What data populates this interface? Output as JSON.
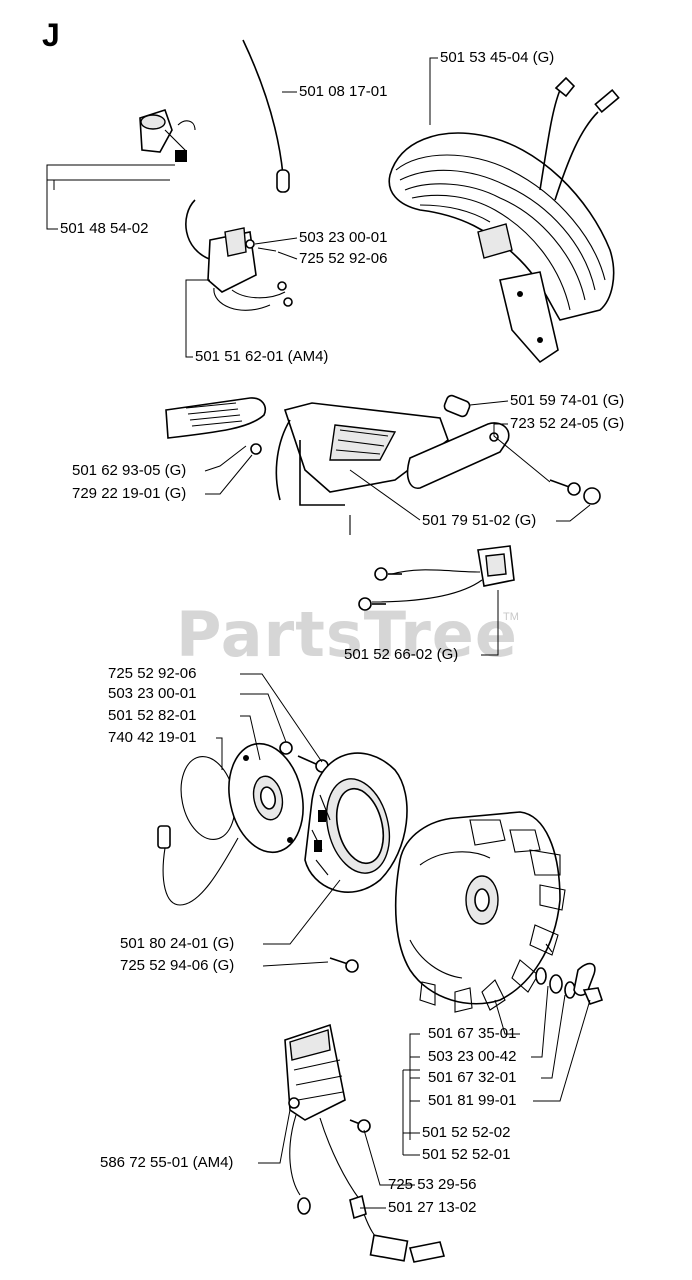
{
  "section_letter": "J",
  "watermark": "PartsTree",
  "watermark_tm": "TM",
  "labels": {
    "p01": "501 08 17-01",
    "p02": "501 53 45-04 (G)",
    "p03": "501 48 54-02",
    "p04": "503 23 00-01",
    "p05": "725 52 92-06",
    "p06": "501 51 62-01 (AM4)",
    "p07": "501 59 74-01 (G)",
    "p08": "723 52 24-05 (G)",
    "p09": "501 62 93-05 (G)",
    "p10": "729 22 19-01 (G)",
    "p11": "501 79 51-02 (G)",
    "p12": "501 52 66-02 (G)",
    "p13": "725 52 92-06",
    "p14": "503 23 00-01",
    "p15": "501 52 82-01",
    "p16": "740 42 19-01",
    "p17": "501 80 24-01 (G)",
    "p18": "725 52 94-06 (G)",
    "p19": "501 67 35-01",
    "p20": "503 23 00-42",
    "p21": "501 67 32-01",
    "p22": "501 81 99-01",
    "p23": "501 52 52-02",
    "p24": "501 52 52-01",
    "p25": "586 72 55-01 (AM4)",
    "p26": "725 53 29-56",
    "p27": "501 27 13-02"
  }
}
